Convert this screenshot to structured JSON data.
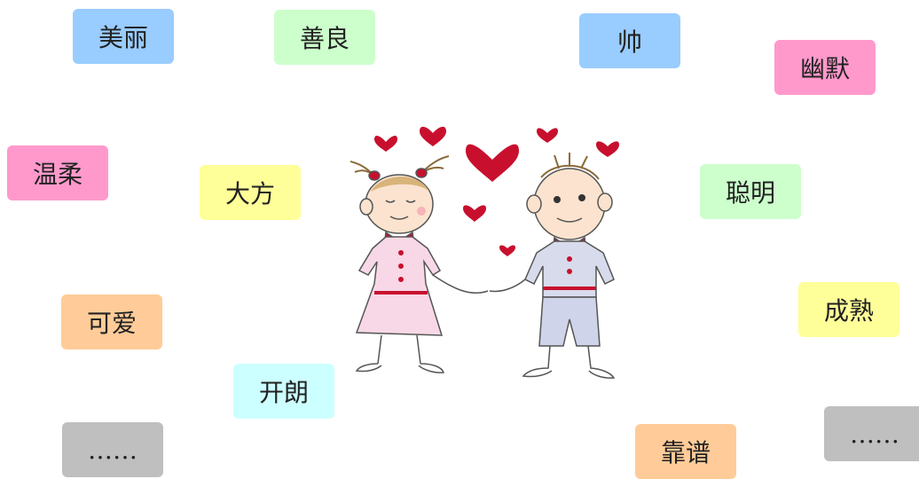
{
  "tags": {
    "meili": "美丽",
    "shanliang": "善良",
    "shuai": "帅",
    "youmo": "幽默",
    "wenrou": "温柔",
    "dafang": "大方",
    "congming": "聪明",
    "keai": "可爱",
    "chengshu": "成熟",
    "kailang": "开朗",
    "more_left": "……",
    "kaopu": "靠谱",
    "more_right": "……"
  },
  "colors": {
    "blue": "#99ccff",
    "green": "#ccffcc",
    "pink": "#ff99cc",
    "yellow": "#ffff99",
    "orange": "#ffcc99",
    "cyan": "#ccffff",
    "gray": "#bfbfbf",
    "heart": "#c8102e"
  }
}
